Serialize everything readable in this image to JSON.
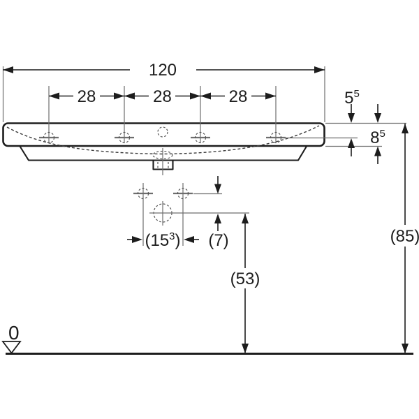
{
  "colors": {
    "line": "#1d1d1d",
    "thin_line": "#6e6e6e",
    "background": "#ffffff"
  },
  "dimensions": {
    "overall_width": "120",
    "tap_hole_spacing": [
      "28",
      "28",
      "28"
    ],
    "rim_to_tap_center": {
      "base": "5",
      "sup": "5"
    },
    "rim_edge_height": {
      "base": "8",
      "sup": "5"
    },
    "supply_spacing": {
      "open": "(15",
      "sup": "3",
      "close": ")"
    },
    "supply_to_waste": "(7)",
    "waste_height_from_floor": "(53)",
    "rim_height_from_floor": "(85)",
    "floor_datum": "0"
  }
}
